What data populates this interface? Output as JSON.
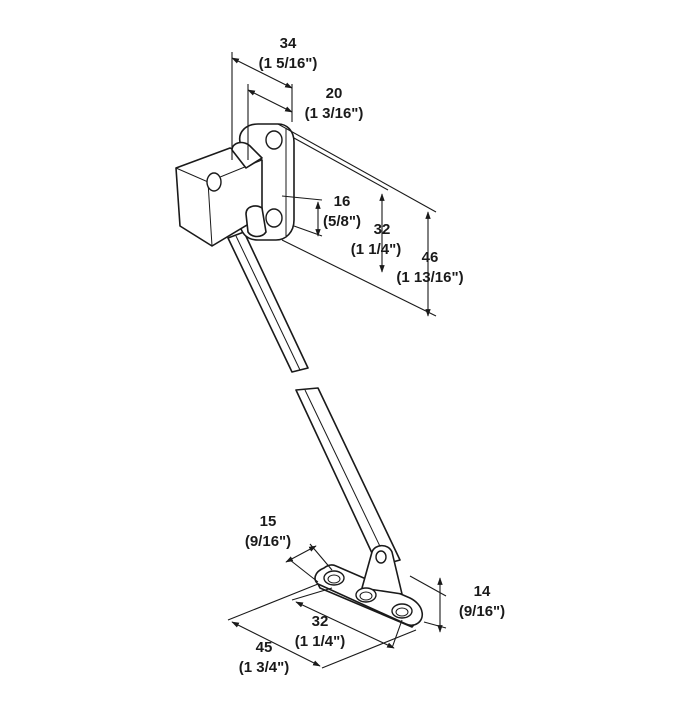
{
  "dimensions": {
    "top_width": {
      "mm": "34",
      "inch": "(1 5/16\")"
    },
    "top_offset": {
      "mm": "20",
      "inch": "(1 3/16\")"
    },
    "top_small_height": {
      "mm": "16",
      "inch": "(5/8\")"
    },
    "top_hole_spacing": {
      "mm": "32",
      "inch": "(1 1/4\")"
    },
    "top_height": {
      "mm": "46",
      "inch": "(1 13/16\")"
    },
    "base_offset": {
      "mm": "15",
      "inch": "(9/16\")"
    },
    "base_hole_spacing": {
      "mm": "32",
      "inch": "(1 1/4\")"
    },
    "base_length": {
      "mm": "45",
      "inch": "(1 3/4\")"
    },
    "base_width": {
      "mm": "14",
      "inch": "(9/16\")"
    }
  }
}
